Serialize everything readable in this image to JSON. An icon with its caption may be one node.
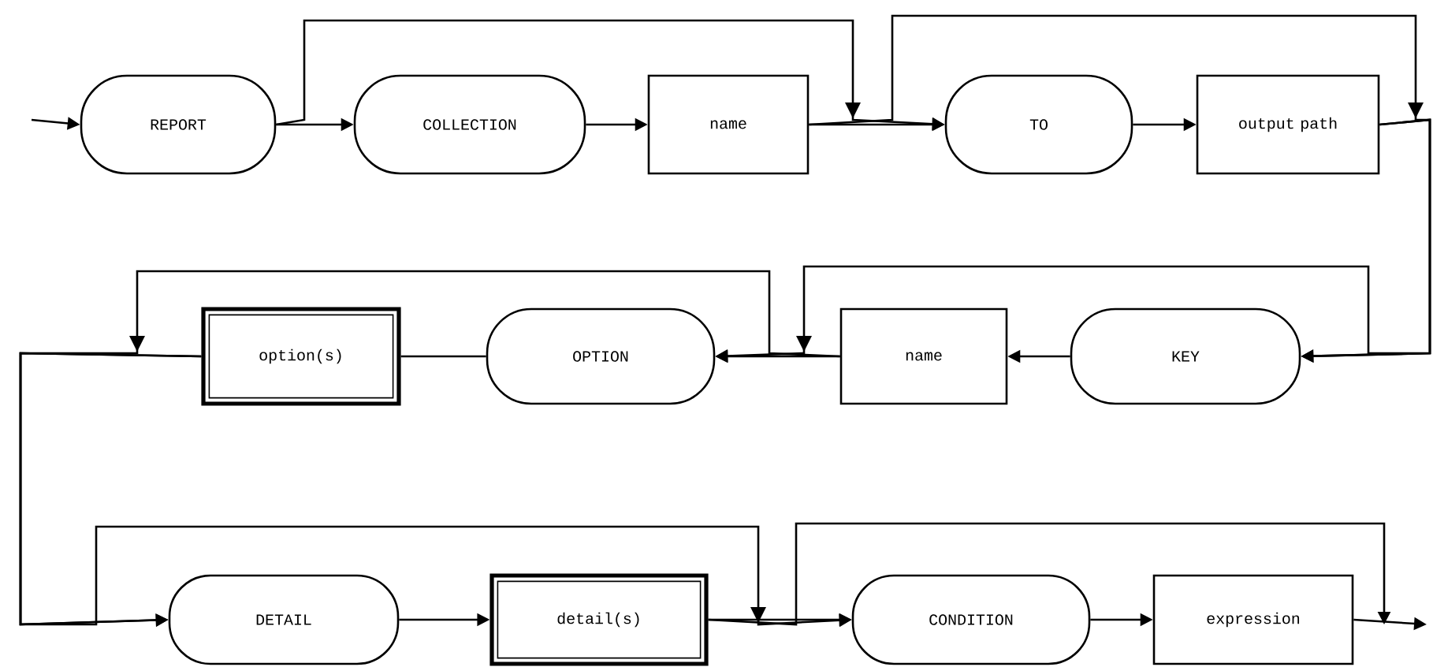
{
  "diagram": {
    "nodes": [
      {
        "text": [
          "REPORT"
        ]
      },
      {
        "text": [
          "COLLECTION"
        ]
      },
      {
        "text": [
          "name"
        ]
      },
      {
        "text": [
          "TO"
        ]
      },
      {
        "text": [
          "output path"
        ]
      },
      {
        "text": [
          "option(s)"
        ]
      },
      {
        "text": [
          "OPTION"
        ]
      },
      {
        "text": [
          "name"
        ]
      },
      {
        "text": [
          "KEY"
        ]
      },
      {
        "text": [
          "DETAIL"
        ]
      },
      {
        "text": [
          "detail(s)"
        ]
      },
      {
        "text": [
          "CONDITION"
        ]
      },
      {
        "text": [
          "expression"
        ]
      }
    ],
    "edges": [
      {
        "from": null,
        "to": 0,
        "arrow": "to"
      },
      {
        "from": 0,
        "to": 1,
        "arrow": "to"
      },
      {
        "from": 1,
        "to": 2,
        "arrow": "to"
      },
      {
        "from": 2,
        "to": 3,
        "arrow": "to"
      },
      {
        "from": 0,
        "to": 3,
        "arrow": "to"
      },
      {
        "from": 3,
        "to": 4,
        "arrow": "to"
      },
      {
        "from": 4,
        "to": 8,
        "arrow": "to"
      },
      {
        "from": 2,
        "to": 8,
        "arrow": "to"
      },
      {
        "from": 8,
        "to": 7,
        "arrow": "to"
      },
      {
        "from": 7,
        "to": 6,
        "arrow": "to"
      },
      {
        "from": 4,
        "to": 6,
        "arrow": "to"
      },
      {
        "from": 6,
        "to": 5,
        "arrow": "none"
      },
      {
        "from": 7,
        "to": 9,
        "arrow": "to"
      },
      {
        "from": 5,
        "to": 9,
        "arrow": "to"
      },
      {
        "from": 9,
        "to": 10,
        "arrow": "to"
      },
      {
        "from": 5,
        "to": 11,
        "arrow": "to"
      },
      {
        "from": 10,
        "to": 11,
        "arrow": "to"
      },
      {
        "from": 10,
        "to": null,
        "arrow": "to"
      },
      {
        "from": 11,
        "to": 12,
        "arrow": "to"
      },
      {
        "from": 12,
        "to": null,
        "arrow": "to"
      }
    ]
  }
}
